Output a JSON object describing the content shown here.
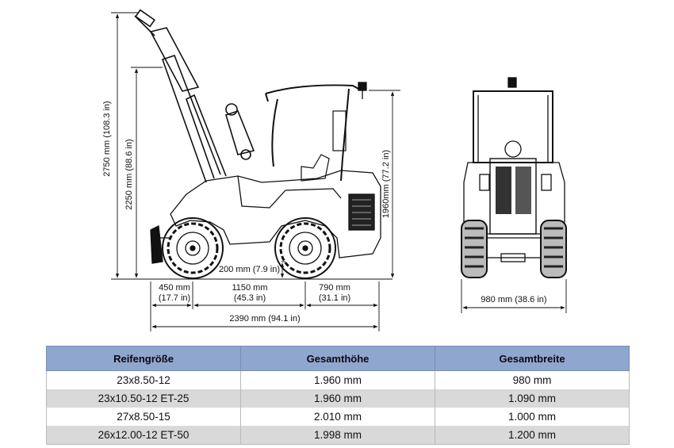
{
  "dimensions": {
    "height_max": "2750 mm (108.3 in)",
    "height_pin": "2250 mm (88.6 in)",
    "height_cab": "1960mm (77.2 in)",
    "ground_clearance": "200 mm (7.9 in)",
    "front_overhang_mm": "450 mm",
    "front_overhang_in": "(17.7 in)",
    "wheelbase_mm": "1150 mm",
    "wheelbase_in": "(45.3 in)",
    "rear_overhang_mm": "790 mm",
    "rear_overhang_in": "(31.1 in)",
    "total_length": "2390 mm (94.1 in)",
    "total_width": "980 mm (38.6 in)"
  },
  "table": {
    "headers": [
      "Reifengröße",
      "Gesamthöhe",
      "Gesamtbreite"
    ],
    "rows": [
      [
        "23x8.50-12",
        "1.960 mm",
        "980 mm"
      ],
      [
        "23x10.50-12 ET-25",
        "1.960 mm",
        "1.090 mm"
      ],
      [
        "27x8.50-15",
        "2.010 mm",
        "1.000 mm"
      ],
      [
        "26x12.00-12 ET-50",
        "1.998 mm",
        "1.200 mm"
      ]
    ]
  }
}
